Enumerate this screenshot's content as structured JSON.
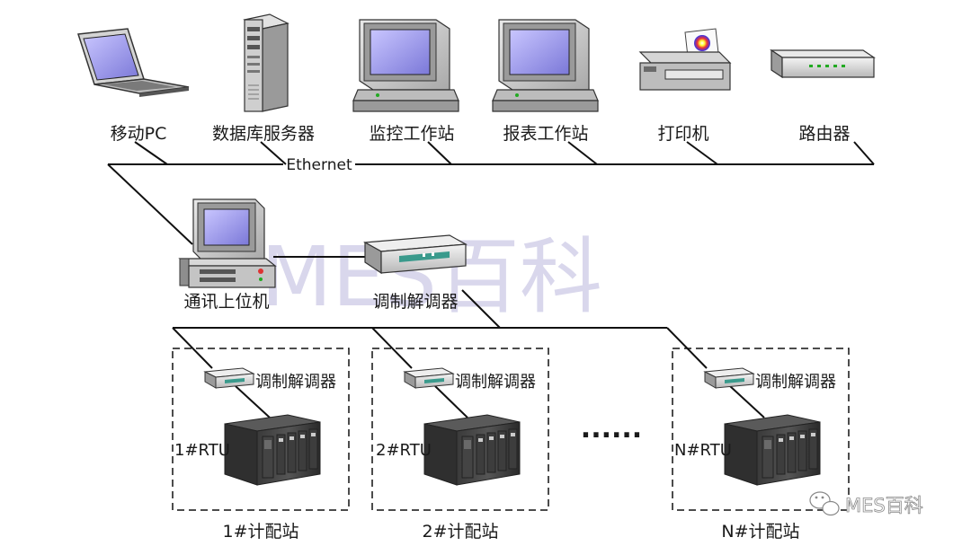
{
  "network": {
    "bus_label": "Ethernet",
    "devices": [
      {
        "label": "移动PC",
        "icon": "laptop-icon"
      },
      {
        "label": "数据库服务器",
        "icon": "server-tower-icon"
      },
      {
        "label": "监控工作站",
        "icon": "workstation-icon"
      },
      {
        "label": "报表工作站",
        "icon": "workstation-icon"
      },
      {
        "label": "打印机",
        "icon": "printer-icon"
      },
      {
        "label": "路由器",
        "icon": "router-icon"
      }
    ]
  },
  "host": {
    "label": "通讯上位机",
    "icon": "desktop-pc-icon"
  },
  "main_modem": {
    "label": "调制解调器",
    "icon": "modem-icon"
  },
  "stations": [
    {
      "label": "1#计配站",
      "modem_label": "调制解调器",
      "rtu_label": "1#RTU"
    },
    {
      "label": "2#计配站",
      "modem_label": "调制解调器",
      "rtu_label": "2#RTU"
    },
    {
      "label": "N#计配站",
      "modem_label": "调制解调器",
      "rtu_label": "N#RTU"
    }
  ],
  "ellipsis": "......",
  "watermark": {
    "center": "MES百科",
    "corner": "MES百科"
  }
}
